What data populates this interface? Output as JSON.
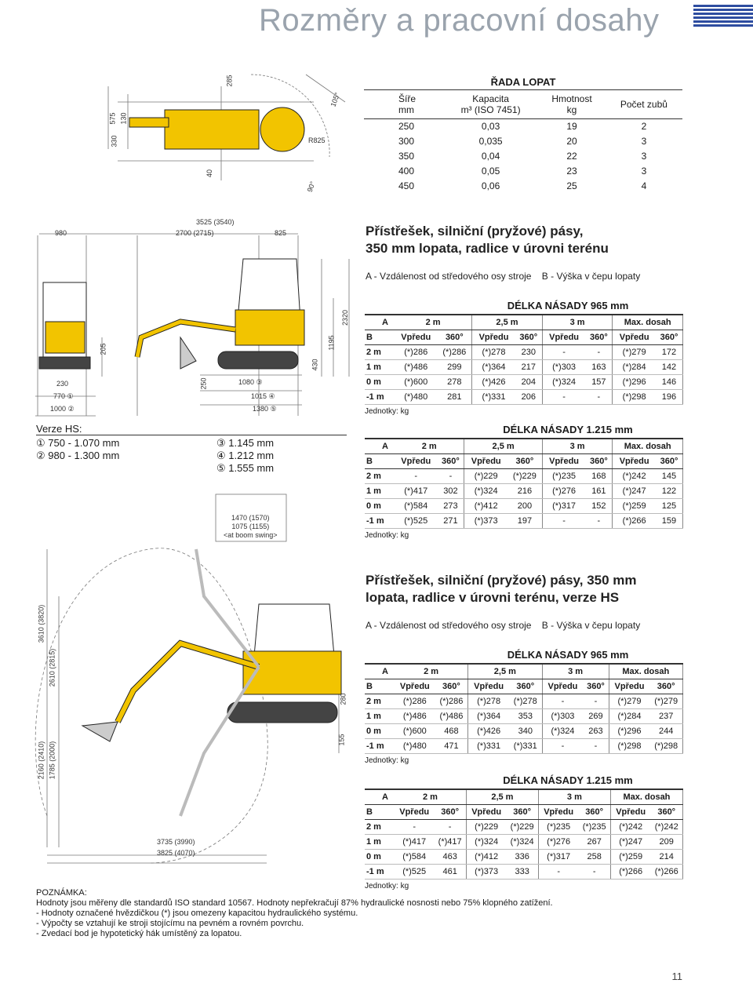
{
  "page_title": "Rozměry a pracovní dosahy",
  "page_number": "11",
  "colors": {
    "accent_blue": "#2e4da0",
    "machine_yellow": "#f2c400",
    "title_gray": "#9aa3ad"
  },
  "top_diagram_dims": [
    "330",
    "575",
    "130",
    "40",
    "285",
    "R825",
    "90°",
    "105°"
  ],
  "side_diagram_dims": {
    "top_left": "980",
    "overall": "3525 (3540)",
    "mid": "2700 (2715)",
    "tail": "825",
    "h205": "205",
    "w230": "230",
    "w770": "770 ①",
    "w1000": "1000 ②",
    "h250": "250",
    "d1080": "1080 ③",
    "d1015": "1015 ④",
    "d1380": "1380 ⑤",
    "h430": "430",
    "h1195": "1195",
    "h2320": "2320"
  },
  "hs_version": {
    "title": "Verze HS:",
    "items_left": [
      "① 750 - 1.070 mm",
      "② 980 - 1.300 mm"
    ],
    "items_right": [
      "③ 1.145 mm",
      "④ 1.212 mm",
      "⑤ 1.555 mm"
    ]
  },
  "swing_dims": [
    "1470 (1570)",
    "1075 (1155)",
    "<at boom swing>"
  ],
  "reach_dims": {
    "v1": "3610 (3820)",
    "v2": "2610 (2815)",
    "v3": "2160 (2410)",
    "v4": "1785 (2000)",
    "h280": "280",
    "h155": "155",
    "b1": "3735 (3990)",
    "b2": "3825 (4070)"
  },
  "bucket_table": {
    "title": "ŘADA LOPAT",
    "headers": [
      [
        "Šíře",
        "mm"
      ],
      [
        "Kapacita",
        "m³ (ISO 7451)"
      ],
      [
        "Hmotnost",
        "kg"
      ],
      [
        "Počet zubů",
        ""
      ]
    ],
    "rows": [
      [
        "250",
        "0,03",
        "19",
        "2"
      ],
      [
        "300",
        "0,035",
        "20",
        "3"
      ],
      [
        "350",
        "0,04",
        "22",
        "3"
      ],
      [
        "400",
        "0,05",
        "23",
        "3"
      ],
      [
        "450",
        "0,06",
        "25",
        "4"
      ]
    ]
  },
  "section1": {
    "title_line1": "Přístřešek, silniční (pryžové) pásy,",
    "title_line2": "350 mm lopata, radlice v úrovni terénu",
    "legend_a": "A - Vzdálenost od středového osy stroje",
    "legend_b": "B - Výška v čepu lopaty"
  },
  "section2": {
    "title_line1": "Přístřešek, silniční (pryžové) pásy, 350 mm",
    "title_line2": "lopata, radlice v úrovni terénu, verze HS",
    "legend_a": "A - Vzdálenost od středového osy stroje",
    "legend_b": "B - Výška v čepu lopaty"
  },
  "load_tables": [
    {
      "heading": "DÉLKA NÁSADY 965 mm",
      "cols": [
        "2 m",
        "2,5 m",
        "3 m",
        "Max. dosah"
      ],
      "sub": [
        "Vpředu",
        "360°",
        "Vpředu",
        "360°",
        "Vpředu",
        "360°",
        "Vpředu",
        "360°"
      ],
      "rows": [
        [
          "2 m",
          "(*)286",
          "(*)286",
          "(*)278",
          "230",
          "-",
          "-",
          "(*)279",
          "172"
        ],
        [
          "1 m",
          "(*)486",
          "299",
          "(*)364",
          "217",
          "(*)303",
          "163",
          "(*)284",
          "142"
        ],
        [
          "0 m",
          "(*)600",
          "278",
          "(*)426",
          "204",
          "(*)324",
          "157",
          "(*)296",
          "146"
        ],
        [
          "-1 m",
          "(*)480",
          "281",
          "(*)331",
          "206",
          "-",
          "-",
          "(*)298",
          "196"
        ]
      ],
      "units": "Jednotky: kg"
    },
    {
      "heading": "DÉLKA NÁSADY 1.215 mm",
      "cols": [
        "2 m",
        "2,5 m",
        "3 m",
        "Max. dosah"
      ],
      "sub": [
        "Vpředu",
        "360°",
        "Vpředu",
        "360°",
        "Vpředu",
        "360°",
        "Vpředu",
        "360°"
      ],
      "rows": [
        [
          "2 m",
          "-",
          "-",
          "(*)229",
          "(*)229",
          "(*)235",
          "168",
          "(*)242",
          "145"
        ],
        [
          "1 m",
          "(*)417",
          "302",
          "(*)324",
          "216",
          "(*)276",
          "161",
          "(*)247",
          "122"
        ],
        [
          "0 m",
          "(*)584",
          "273",
          "(*)412",
          "200",
          "(*)317",
          "152",
          "(*)259",
          "125"
        ],
        [
          "-1 m",
          "(*)525",
          "271",
          "(*)373",
          "197",
          "-",
          "-",
          "(*)266",
          "159"
        ]
      ],
      "units": "Jednotky: kg"
    },
    {
      "heading": "DÉLKA NÁSADY 965 mm",
      "cols": [
        "2 m",
        "2,5 m",
        "3 m",
        "Max. dosah"
      ],
      "sub": [
        "Vpředu",
        "360°",
        "Vpředu",
        "360°",
        "Vpředu",
        "360°",
        "Vpředu",
        "360°"
      ],
      "rows": [
        [
          "2 m",
          "(*)286",
          "(*)286",
          "(*)278",
          "(*)278",
          "-",
          "-",
          "(*)279",
          "(*)279"
        ],
        [
          "1 m",
          "(*)486",
          "(*)486",
          "(*)364",
          "353",
          "(*)303",
          "269",
          "(*)284",
          "237"
        ],
        [
          "0 m",
          "(*)600",
          "468",
          "(*)426",
          "340",
          "(*)324",
          "263",
          "(*)296",
          "244"
        ],
        [
          "-1 m",
          "(*)480",
          "471",
          "(*)331",
          "(*)331",
          "-",
          "-",
          "(*)298",
          "(*)298"
        ]
      ],
      "units": "Jednotky: kg"
    },
    {
      "heading": "DÉLKA NÁSADY 1.215 mm",
      "cols": [
        "2 m",
        "2,5 m",
        "3 m",
        "Max. dosah"
      ],
      "sub": [
        "Vpředu",
        "360°",
        "Vpředu",
        "360°",
        "Vpředu",
        "360°",
        "Vpředu",
        "360°"
      ],
      "rows": [
        [
          "2 m",
          "-",
          "-",
          "(*)229",
          "(*)229",
          "(*)235",
          "(*)235",
          "(*)242",
          "(*)242"
        ],
        [
          "1 m",
          "(*)417",
          "(*)417",
          "(*)324",
          "(*)324",
          "(*)276",
          "267",
          "(*)247",
          "209"
        ],
        [
          "0 m",
          "(*)584",
          "463",
          "(*)412",
          "336",
          "(*)317",
          "258",
          "(*)259",
          "214"
        ],
        [
          "-1 m",
          "(*)525",
          "461",
          "(*)373",
          "333",
          "-",
          "-",
          "(*)266",
          "(*)266"
        ]
      ],
      "units": "Jednotky: kg"
    }
  ],
  "notes": {
    "title": "POZNÁMKA:",
    "lines": [
      "Hodnoty jsou měřeny dle standardů ISO standard 10567. Hodnoty nepřekračují 87% hydraulické nosnosti nebo 75% klopného zatížení.",
      "- Hodnoty označené hvězdičkou (*) jsou omezeny kapacitou hydraulického systému.",
      "- Výpočty se vztahují ke stroji stojícímu na pevném a rovném povrchu.",
      "- Zvedací bod je hypotetický hák umístěný za lopatou."
    ]
  }
}
